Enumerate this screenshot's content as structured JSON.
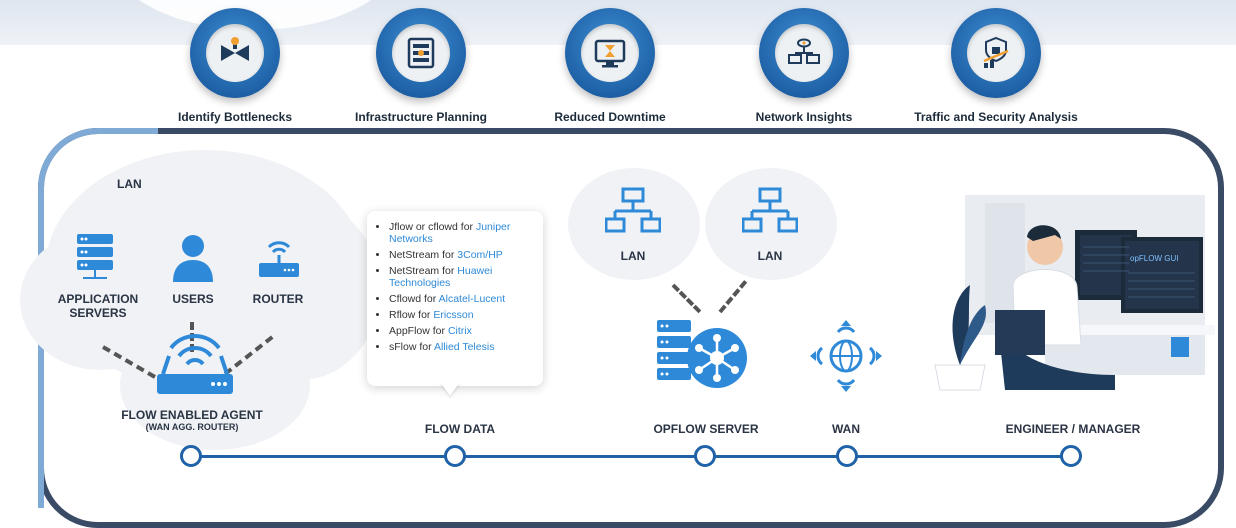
{
  "features": [
    {
      "label": "Identify Bottlenecks",
      "icon": "valve-bottleneck-icon"
    },
    {
      "label": "Infrastructure Planning",
      "icon": "server-rack-icon"
    },
    {
      "label": "Reduced Downtime",
      "icon": "monitor-hourglass-icon"
    },
    {
      "label": "Network Insights",
      "icon": "network-eye-icon"
    },
    {
      "label": "Traffic and Security Analysis",
      "icon": "shield-chart-icon"
    }
  ],
  "lan_cloud": {
    "title": "LAN",
    "nodes": {
      "servers": "APPLICATION SERVERS",
      "users": "USERS",
      "router": "ROUTER"
    }
  },
  "agent": {
    "label": "FLOW ENABLED AGENT",
    "sublabel": "(WAN AGG. ROUTER)"
  },
  "flow_data": {
    "label": "FLOW DATA",
    "items": [
      {
        "text": "Jflow or cflowd for ",
        "vendor": "Juniper Networks"
      },
      {
        "text": "NetStream for ",
        "vendor": "3Com/HP"
      },
      {
        "text": "NetStream for ",
        "vendor": "Huawei Technologies"
      },
      {
        "text": "Cflowd for ",
        "vendor": "Alcatel-Lucent"
      },
      {
        "text": "Rflow for ",
        "vendor": "Ericsson"
      },
      {
        "text": "AppFlow for ",
        "vendor": "Citrix"
      },
      {
        "text": "sFlow for ",
        "vendor": "Allied Telesis"
      }
    ]
  },
  "lan_clouds": [
    "LAN",
    "LAN"
  ],
  "opflow_server": {
    "label": "OPFLOW SERVER"
  },
  "wan": {
    "label": "WAN"
  },
  "engineer": {
    "label": "ENGINEER / MANAGER",
    "screen_text": "opFLOW GUI"
  },
  "colors": {
    "brand_blue": "#1f62a8",
    "light_blue": "#2e8ad8",
    "frame_dark": "#3a4b66",
    "frame_light": "#7faad6"
  }
}
